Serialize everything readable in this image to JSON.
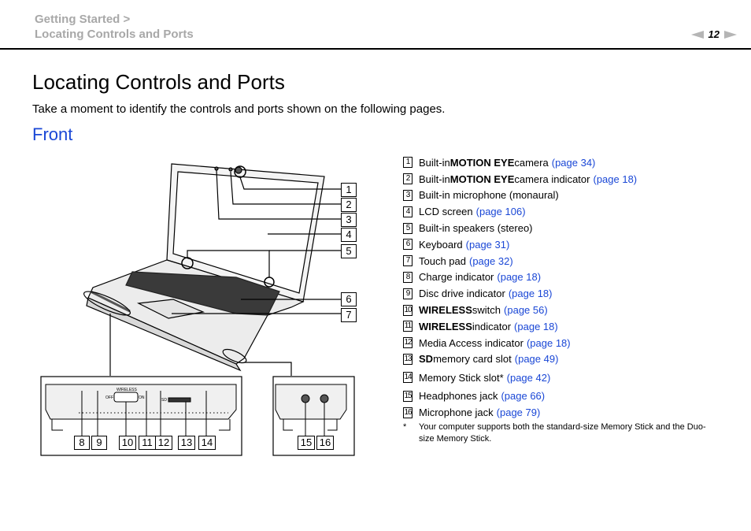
{
  "header": {
    "breadcrumb_parent": "Getting Started >",
    "breadcrumb_current": "Locating Controls and Ports",
    "page_number": "12"
  },
  "title": "Locating Controls and Ports",
  "intro": "Take a moment to identify the controls and ports shown on the following pages.",
  "section": "Front",
  "diagram": {
    "main_callouts": [
      "1",
      "2",
      "3",
      "4",
      "5",
      "6",
      "7"
    ],
    "left_panel_callouts": [
      "8",
      "9",
      "10",
      "11",
      "12",
      "13",
      "14"
    ],
    "right_panel_callouts": [
      "15",
      "16"
    ]
  },
  "items": [
    {
      "num": "1",
      "pre": "Built-in ",
      "bold": "MOTION EYE",
      "post": " camera",
      "link": "(page 34)"
    },
    {
      "num": "2",
      "pre": "Built-in ",
      "bold": "MOTION EYE",
      "post": " camera indicator",
      "link": "(page 18)"
    },
    {
      "num": "3",
      "pre": "Built-in microphone (monaural)",
      "bold": "",
      "post": "",
      "link": ""
    },
    {
      "num": "4",
      "pre": "LCD screen",
      "bold": "",
      "post": "",
      "link": "(page 106)"
    },
    {
      "num": "5",
      "pre": "Built-in speakers (stereo)",
      "bold": "",
      "post": "",
      "link": ""
    },
    {
      "num": "6",
      "pre": "Keyboard",
      "bold": "",
      "post": "",
      "link": "(page 31)"
    },
    {
      "num": "7",
      "pre": "Touch pad",
      "bold": "",
      "post": "",
      "link": "(page 32)"
    },
    {
      "num": "8",
      "pre": "Charge indicator",
      "bold": "",
      "post": "",
      "link": "(page 18)"
    },
    {
      "num": "9",
      "pre": "Disc drive indicator",
      "bold": "",
      "post": "",
      "link": "(page 18)"
    },
    {
      "num": "10",
      "pre": "",
      "bold": "WIRELESS",
      "post": " switch",
      "link": "(page 56)"
    },
    {
      "num": "11",
      "pre": "",
      "bold": "WIRELESS",
      "post": " indicator",
      "link": "(page 18)"
    },
    {
      "num": "12",
      "pre": "Media Access indicator",
      "bold": "",
      "post": "",
      "link": "(page 18)"
    },
    {
      "num": "13",
      "pre": "",
      "bold": "SD",
      "post": " memory card slot",
      "link": "(page 49)"
    },
    {
      "num": "14",
      "pre": "Memory Stick slot*",
      "bold": "",
      "post": "",
      "link": "(page 42)"
    },
    {
      "num": "15",
      "pre": "Headphones jack",
      "bold": "",
      "post": "",
      "link": "(page 66)"
    },
    {
      "num": "16",
      "pre": "Microphone jack",
      "bold": "",
      "post": "",
      "link": "(page 79)"
    }
  ],
  "footnote": {
    "mark": "*",
    "text": "Your computer supports both the standard-size Memory Stick and the Duo-size Memory Stick."
  },
  "colors": {
    "link": "#1a47d6",
    "breadcrumb": "#a8a8a8"
  }
}
